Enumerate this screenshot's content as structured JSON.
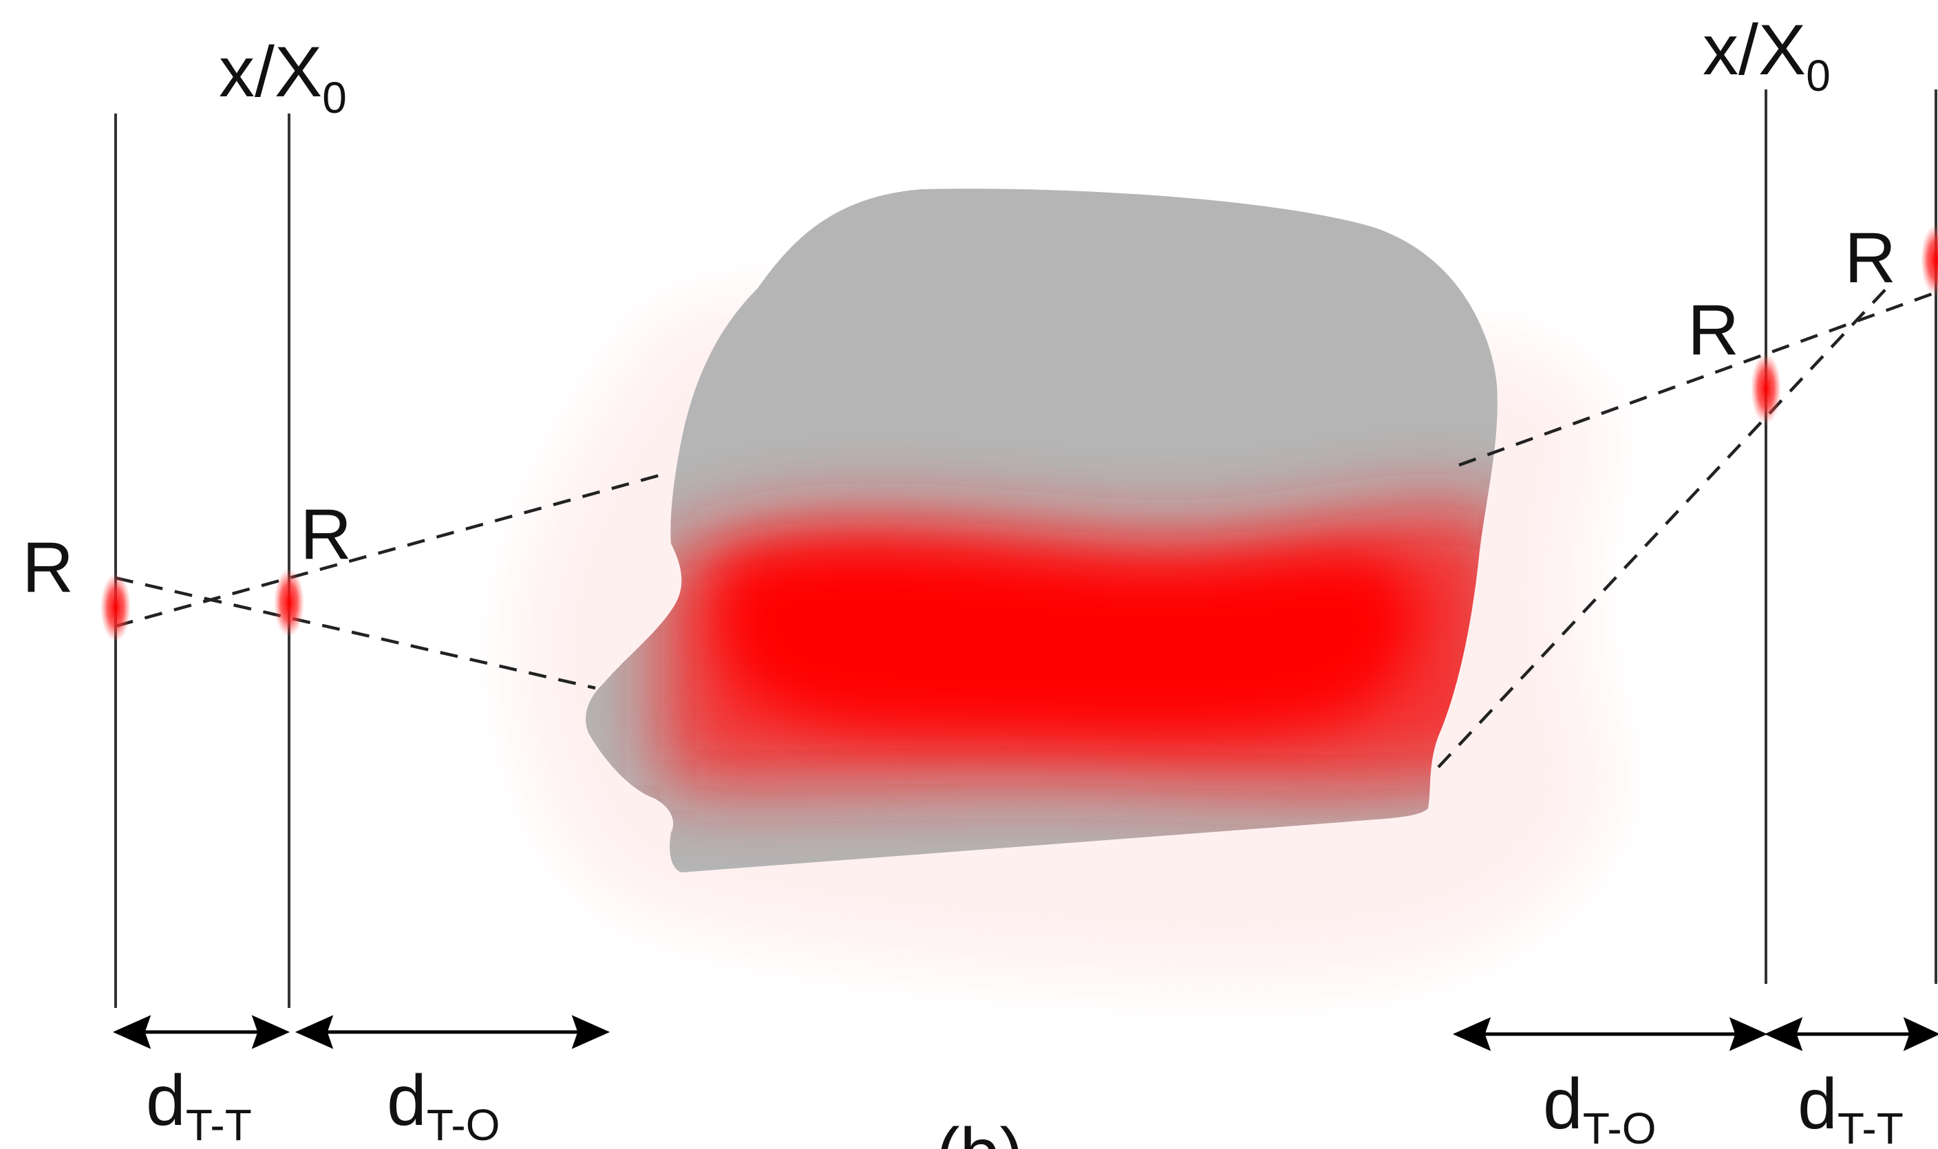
{
  "diagram": {
    "axis_label_left": {
      "main": "x/X",
      "sub": "0"
    },
    "axis_label_right": {
      "main": "x/X",
      "sub": "0"
    },
    "point_labels": [
      "R",
      "R",
      "R",
      "R"
    ],
    "dims": {
      "left_tt": {
        "main": "d",
        "sub": "T-T"
      },
      "left_to": {
        "main": "d",
        "sub": "T-O"
      },
      "right_to": {
        "main": "d",
        "sub": "T-O"
      },
      "right_tt": {
        "main": "d",
        "sub": "T-T"
      }
    },
    "caption": "(b)",
    "colors": {
      "head": "#b5b5b5",
      "dose": "#ff0000",
      "lines": "#222222"
    }
  }
}
